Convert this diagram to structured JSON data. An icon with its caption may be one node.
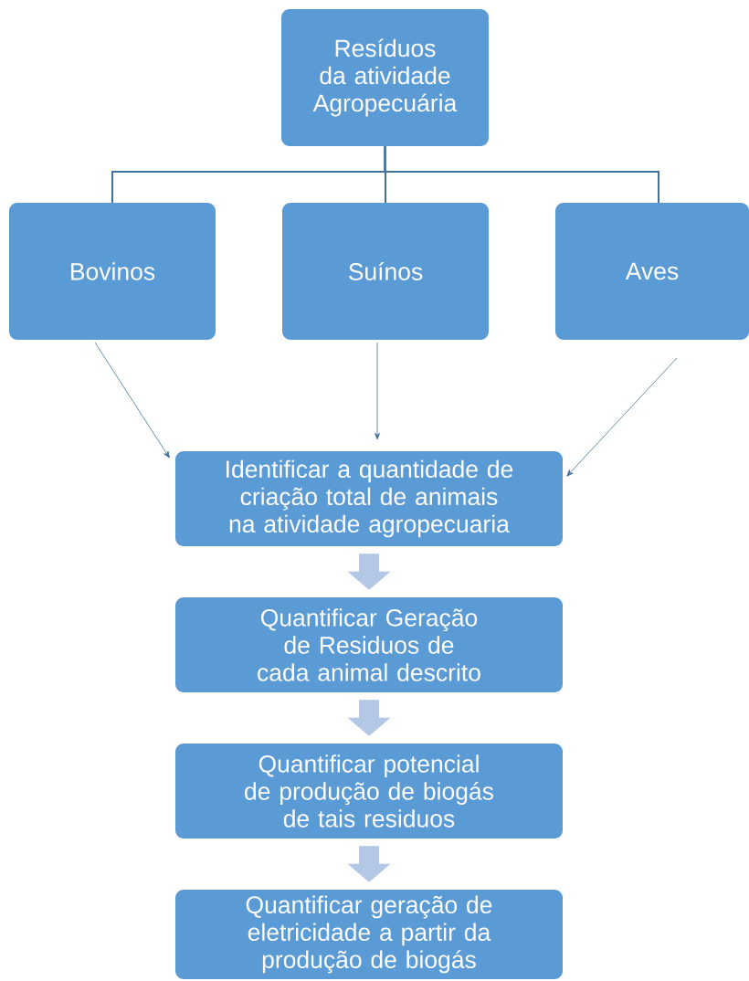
{
  "diagram": {
    "nodes": [
      {
        "text": [
          "Resíduos da atividade Agropecuária"
        ]
      },
      {
        "text": [
          "Bovinos"
        ]
      },
      {
        "text": [
          "Suínos"
        ]
      },
      {
        "text": [
          "Aves"
        ]
      },
      {
        "text": [
          "Identificar a quantidade de criação total de animais na atividade agropecuaria"
        ]
      },
      {
        "text": [
          "Quantificar  Geração de Residuos de cada animal descrito"
        ]
      },
      {
        "text": [
          "Quantificar  potencial de produção de biogás de tais residuos"
        ]
      },
      {
        "text": [
          "Quantificar geração de eletricidade a partir da produção de biogás"
        ]
      }
    ],
    "edges": [
      {
        "from": 0,
        "to": 1,
        "arrow": "none"
      },
      {
        "from": 0,
        "to": 2,
        "arrow": "none"
      },
      {
        "from": 0,
        "to": 3,
        "arrow": "none"
      },
      {
        "from": 1,
        "to": 4,
        "arrow": "to"
      },
      {
        "from": 2,
        "to": 4,
        "arrow": "to"
      },
      {
        "from": 3,
        "to": 4,
        "arrow": "to"
      },
      {
        "from": 4,
        "to": 5,
        "arrow": "to",
        "style": "thick",
        "color": "#b4c7e7"
      },
      {
        "from": 5,
        "to": 6,
        "arrow": "to",
        "style": "thick",
        "color": "#b4c7e7"
      },
      {
        "from": 6,
        "to": 7,
        "arrow": "to",
        "style": "thick",
        "color": "#b4c7e7"
      }
    ]
  }
}
